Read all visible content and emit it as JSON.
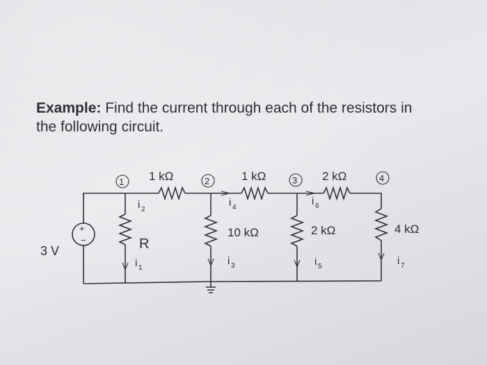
{
  "problem": {
    "label": "Example:",
    "text_line1": "Find the current through each of the resistors in",
    "text_line2": "the following circuit."
  },
  "circuit": {
    "source": {
      "label": "3 V",
      "plus": "+",
      "minus": "−"
    },
    "nodes": [
      "1",
      "2",
      "3",
      "4"
    ],
    "series_resistors": [
      "1 kΩ",
      "1 kΩ",
      "2 kΩ"
    ],
    "shunt_resistors": [
      "R",
      "10 kΩ",
      "2 kΩ",
      "4 kΩ"
    ],
    "currents": {
      "i1": {
        "base": "i",
        "sub": "1"
      },
      "i2": {
        "base": "i",
        "sub": "2"
      },
      "i3": {
        "base": "i",
        "sub": "3"
      },
      "i4": {
        "base": "i",
        "sub": "4"
      },
      "i5": {
        "base": "i",
        "sub": "5"
      },
      "i6": {
        "base": "i",
        "sub": "6"
      },
      "i7": {
        "base": "i",
        "sub": "7"
      }
    }
  }
}
